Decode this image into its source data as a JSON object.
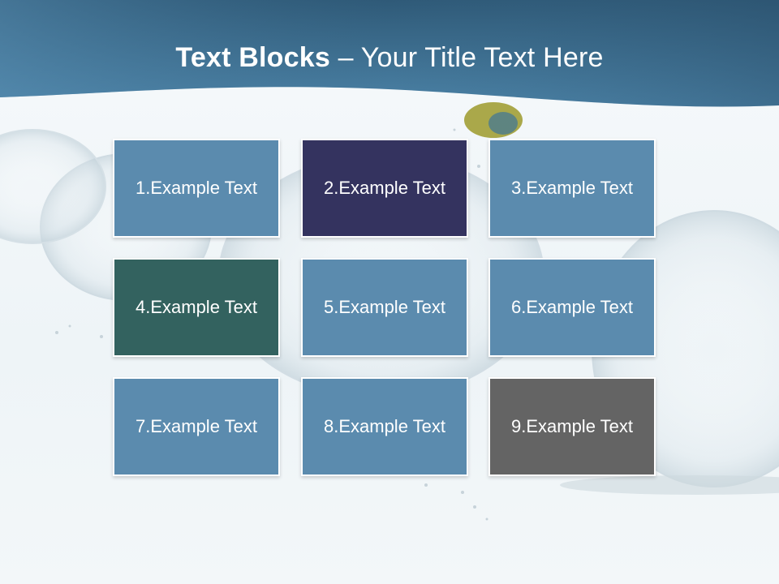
{
  "title": {
    "bold": "Text Blocks",
    "dash": " – ",
    "rest": "Your Title Text Here"
  },
  "colors": {
    "header": "#3f6f8f",
    "block_default": "#5b8bae",
    "block_2": "#34335f",
    "block_4": "#33625f",
    "block_9": "#646464"
  },
  "blocks": [
    {
      "label": "1.Example Text",
      "color": "#5b8bae"
    },
    {
      "label": "2.Example Text",
      "color": "#34335f"
    },
    {
      "label": "3.Example Text",
      "color": "#5b8bae"
    },
    {
      "label": "4.Example Text",
      "color": "#33625f"
    },
    {
      "label": "5.Example Text",
      "color": "#5b8bae"
    },
    {
      "label": "6.Example Text",
      "color": "#5b8bae"
    },
    {
      "label": "7.Example Text",
      "color": "#5b8bae"
    },
    {
      "label": "8.Example Text",
      "color": "#5b8bae"
    },
    {
      "label": "9.Example Text",
      "color": "#646464"
    }
  ]
}
